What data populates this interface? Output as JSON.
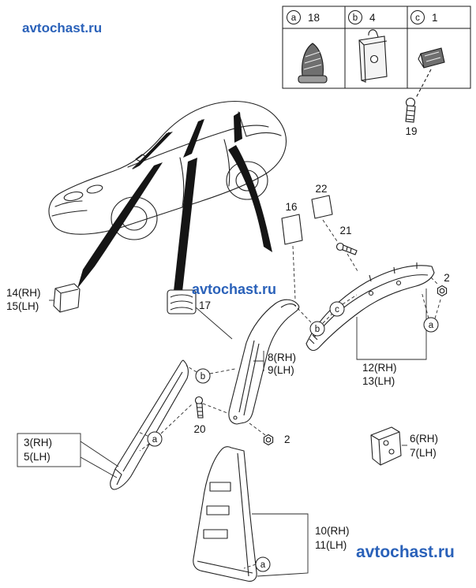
{
  "site": {
    "watermark": "avtochast.ru"
  },
  "legend": {
    "items": [
      {
        "letter": "a",
        "count": "18",
        "icon": "trim-clip-icon"
      },
      {
        "letter": "b",
        "count": "4",
        "icon": "mounting-bracket-icon"
      },
      {
        "letter": "c",
        "count": "1",
        "icon": "retainer-clip-icon"
      }
    ]
  },
  "labels": {
    "part14": "14(RH)",
    "part15": "15(LH)",
    "part16": "16",
    "part17": "17",
    "part19": "19",
    "part20": "20",
    "part21": "21",
    "part22": "22",
    "part2_right": "2",
    "part2_center": "2",
    "part3": "3(RH)",
    "part5": "5(LH)",
    "part6": "6(RH)",
    "part7": "7(LH)",
    "part8": "8(RH)",
    "part9": "9(LH)",
    "part10": "10(RH)",
    "part11": "11(LH)",
    "part12": "12(RH)",
    "part13": "13(LH)"
  },
  "callouts": {
    "a": "a",
    "b": "b",
    "c": "c"
  },
  "colors": {
    "watermark_blue": "#1a56b4",
    "line_black": "#1a1a1a"
  }
}
